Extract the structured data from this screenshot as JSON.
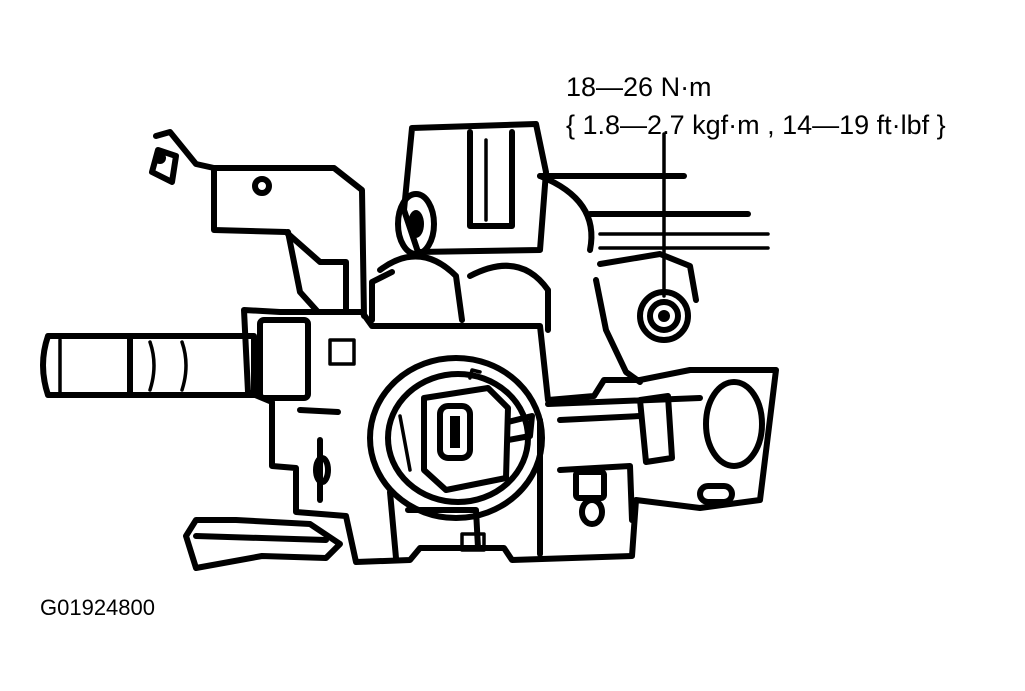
{
  "diagram": {
    "callout": {
      "line1": "18—26 N·m",
      "line2": "{ 1.8—2.7 kgf·m , 14—19 ft·lbf }"
    },
    "figure_id": "G01924800"
  },
  "colors": {
    "ink": "#000000",
    "paper": "#ffffff"
  }
}
